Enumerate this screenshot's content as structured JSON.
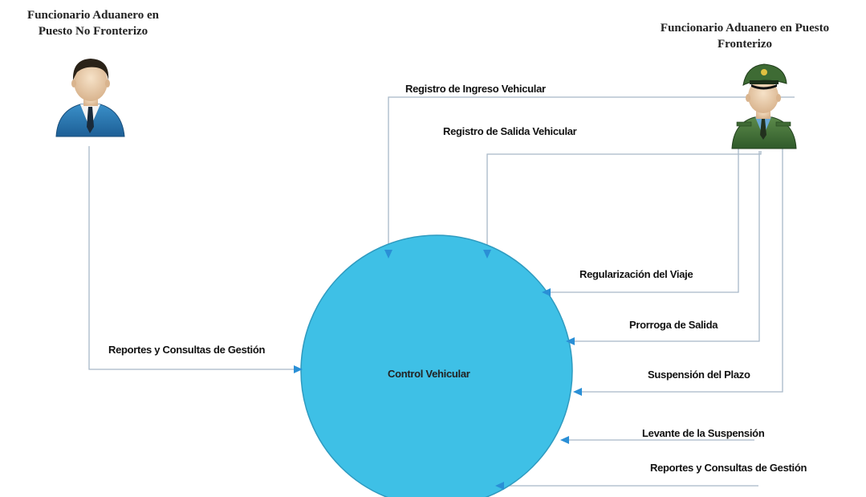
{
  "actors": {
    "left": {
      "line1": "Funcionario Aduanero en",
      "line2": "Puesto No Fronterizo"
    },
    "right": {
      "line1": "Funcionario Aduanero en Puesto",
      "line2": "Fronterizo"
    }
  },
  "process": {
    "label": "Control Vehicular",
    "color": "#3ec0e6"
  },
  "flows": {
    "registro_ingreso": "Registro de Ingreso Vehicular",
    "registro_salida": "Registro de Salida Vehicular",
    "regularizacion": "Regularización del Viaje",
    "prorroga": "Prorroga de Salida",
    "suspension": "Suspensión del Plazo",
    "levante": "Levante de la Suspensión",
    "reportes_right": "Reportes y Consultas de Gestión",
    "reportes_left": "Reportes y Consultas de Gestión"
  },
  "colors": {
    "line": "#a8b8c8",
    "arrow": "#2a8fd6"
  }
}
